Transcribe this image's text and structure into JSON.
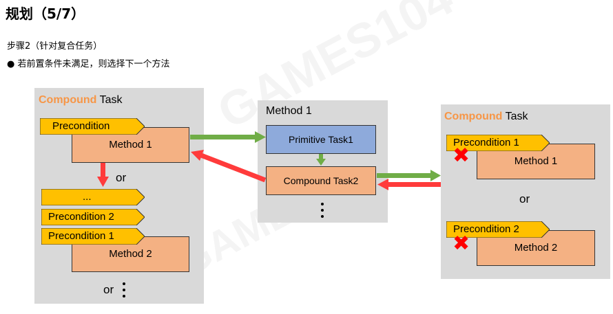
{
  "slide": {
    "title": "规划（5/7）",
    "step": "步骤2（针对复合任务）",
    "bullet": "● 若前置条件未满足，则选择下一个方法"
  },
  "left_panel": {
    "title_accent": "Compound",
    "title_rest": " Task",
    "precondition_label": "Precondition",
    "method1": "Method 1",
    "or1": "or",
    "ellipsis_tag": "...",
    "precondition2": "Precondition 2",
    "precondition1": "Precondition 1",
    "method2": "Method 2",
    "or2": "or"
  },
  "middle_panel": {
    "title": "Method 1",
    "primitive": "Primitive Task1",
    "compound": "Compound Task2"
  },
  "right_panel": {
    "title_accent": "Compound",
    "title_rest": " Task",
    "precondition1": "Precondition 1",
    "method1": "Method 1",
    "or": "or",
    "precondition2": "Precondition 2",
    "method2": "Method 2"
  },
  "watermark": {
    "text1": "GAMES104",
    "text2": "GAMES"
  },
  "colors": {
    "panel": "#d9d9d9",
    "method": "#f4b183",
    "primitive": "#8eaadb",
    "precondition": "#ffc000",
    "accent": "#f79646",
    "green_arrow": "#70ad47",
    "red_arrow": "#ff3b3b"
  }
}
